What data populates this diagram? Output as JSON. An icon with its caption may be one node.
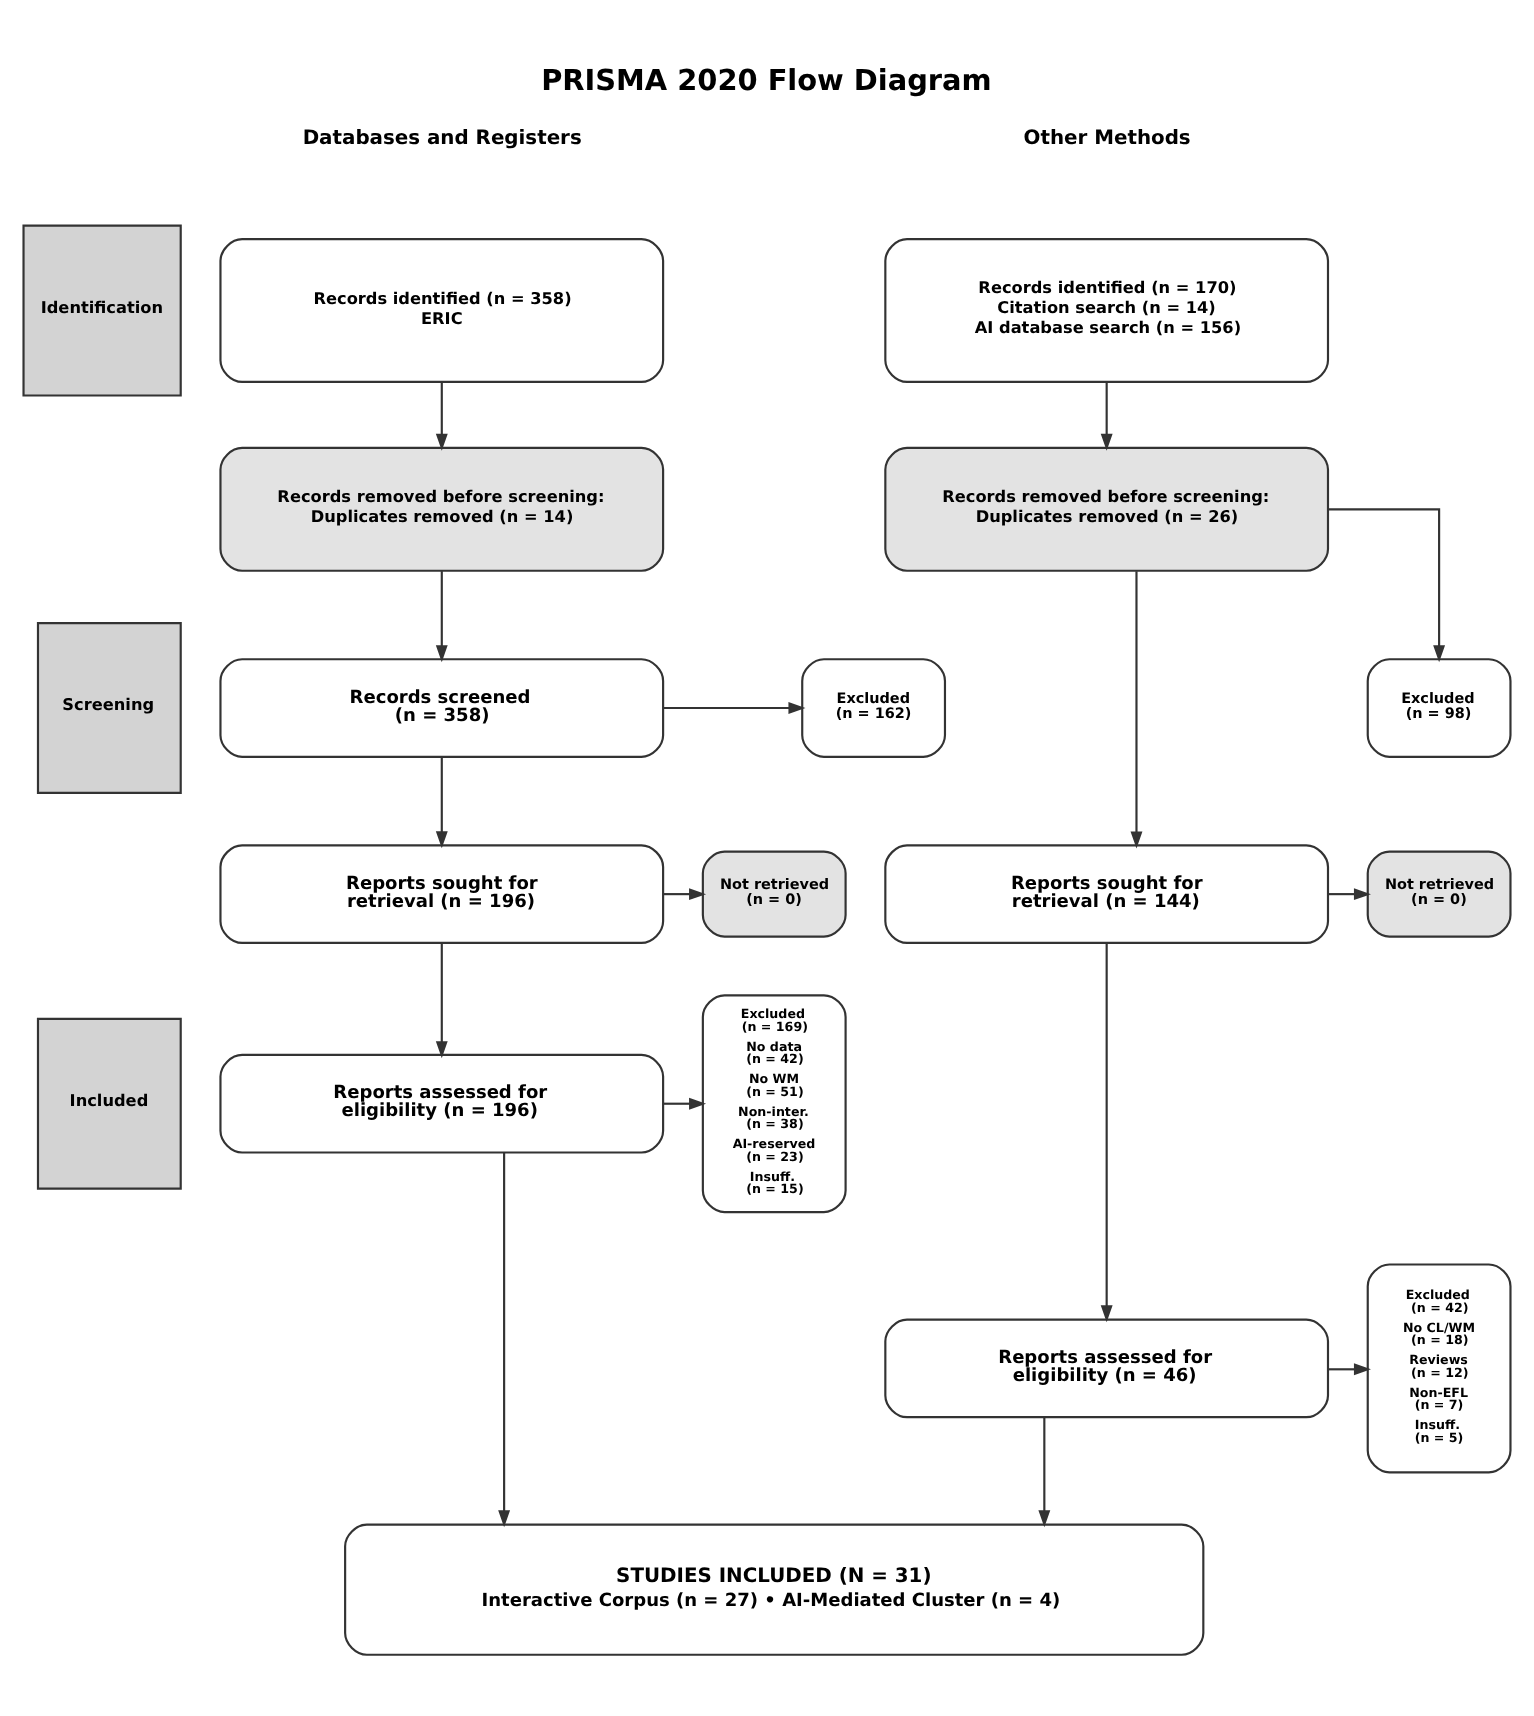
{
  "diagram": {
    "title": "PRISMA 2020 Flow Diagram",
    "nodes": [
      {
        "text": [
          "Identification"
        ]
      },
      {
        "text": [
          "Screening"
        ]
      },
      {
        "text": [
          "Included"
        ]
      },
      {
        "text": [
          "Records identified (n = 358)",
          "ERIC"
        ]
      },
      {
        "text": [
          "Records removed before screening:",
          "Duplicates removed (n = 14)"
        ]
      },
      {
        "text": [
          "Records screened (n = 358)"
        ]
      },
      {
        "text": [
          "Excluded (n = 162)"
        ]
      },
      {
        "text": [
          "Reports sought for retrieval (n = 196)"
        ]
      },
      {
        "text": [
          "Not retrieved (n = 0)"
        ]
      },
      {
        "text": [
          "Reports assessed for eligibility (n = 196)"
        ]
      },
      {
        "text": [
          "Excluded (n = 169)",
          "No data (n = 42)",
          "No WM (n = 51)",
          "Non-inter. (n = 38)",
          "AI-reserved (n = 23)",
          "Insuff. (n = 15)"
        ]
      },
      {
        "text": [
          "Records identified (n = 170)",
          "Citation search (n = 14)",
          "AI database search (n = 156)"
        ]
      },
      {
        "text": [
          "Records removed before screening:",
          "Duplicates removed (n = 26)"
        ]
      },
      {
        "text": [
          "Excluded (n = 98)"
        ]
      },
      {
        "text": [
          "Reports sought for retrieval (n = 144)"
        ]
      },
      {
        "text": [
          "Not retrieved (n = 0)"
        ]
      },
      {
        "text": [
          "Reports assessed for eligibility (n = 46)"
        ]
      },
      {
        "text": [
          "Excluded (n = 42)",
          "No CL/WM (n = 18)",
          "Reviews (n = 12)",
          "Non-EFL (n = 7)",
          "Insuff. (n = 5)"
        ]
      },
      {
        "text": [
          "STUDIES INCLUDED (N = 31)",
          "Interactive Corpus (n = 27) • AI-Mediated Cluster (n = 4)"
        ]
      }
    ],
    "edges": [
      {
        "from": 3,
        "to": 4,
        "arrow": "to"
      },
      {
        "from": 4,
        "to": 5,
        "arrow": "to"
      },
      {
        "from": 5,
        "to": 6,
        "arrow": "to"
      },
      {
        "from": 5,
        "to": 7,
        "arrow": "to"
      },
      {
        "from": 7,
        "to": 8,
        "arrow": "to"
      },
      {
        "from": 7,
        "to": 9,
        "arrow": "to"
      },
      {
        "from": 9,
        "to": 10,
        "arrow": "to"
      },
      {
        "from": 9,
        "to": 18,
        "arrow": "to"
      },
      {
        "from": 11,
        "to": 12,
        "arrow": "to"
      },
      {
        "from": 12,
        "to": 13,
        "arrow": "to"
      },
      {
        "from": 12,
        "to": 14,
        "arrow": "to"
      },
      {
        "from": 14,
        "to": 15,
        "arrow": "to"
      },
      {
        "from": 14,
        "to": 16,
        "arrow": "to"
      },
      {
        "from": 16,
        "to": 17,
        "arrow": "to"
      },
      {
        "from": 16,
        "to": 18,
        "arrow": "to"
      }
    ],
    "labels": [
      "Databases and Registers",
      "Other Methods"
    ]
  }
}
